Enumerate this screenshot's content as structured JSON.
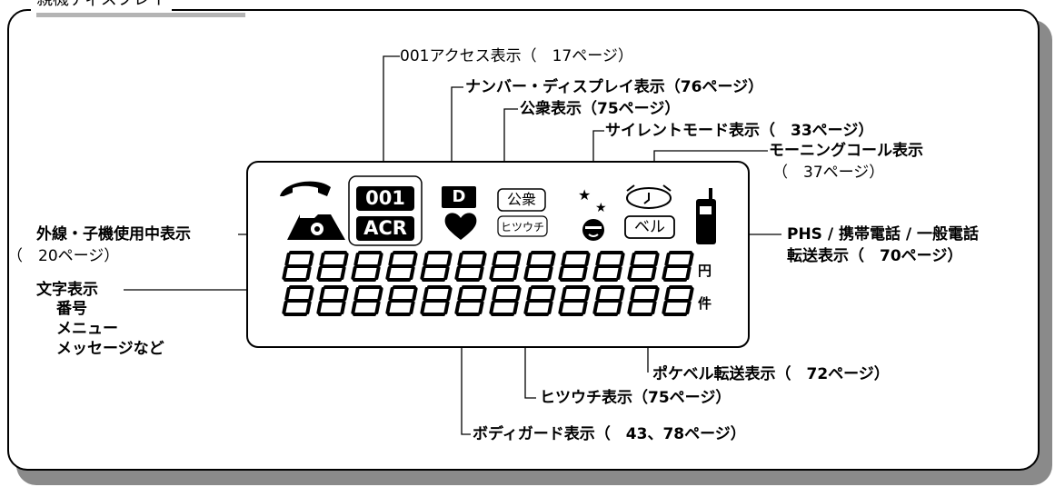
{
  "section_title": "親機ディスプレイ",
  "labels": {
    "access_001": "001アクセス表示（　17ページ）",
    "number_display": "ナンバー・ディスプレイ表示（76ページ）",
    "public_display": "公衆表示（75ページ）",
    "silent_mode": "サイレントモード表示（　33ページ）",
    "morning_call": "モーニングコール表示",
    "morning_call_page": "（　37ページ）",
    "outside_line": "外線・子機使用中表示",
    "outside_line_page": "（　20ページ）",
    "char_display": "文字表示",
    "char_number": "番号",
    "char_menu": "メニュー",
    "char_message": "メッセージなど",
    "phs_transfer_1": "PHS / 携帯電話 / 一般電話",
    "phs_transfer_2": "転送表示（　70ページ）",
    "pocketbell": "ポケベル転送表示（　72ページ）",
    "hitsuuchi": "ヒツウチ表示（75ページ）",
    "bodyguard": "ボディガード表示（　43、78ページ）"
  },
  "lcd": {
    "icon_001": "001",
    "icon_acr": "ACR",
    "icon_d": "D",
    "icon_koushuu": "公衆",
    "icon_hitsuuchi": "ヒツウチ",
    "icon_bell": "ベル",
    "unit_yen": "円",
    "unit_ken": "件"
  }
}
